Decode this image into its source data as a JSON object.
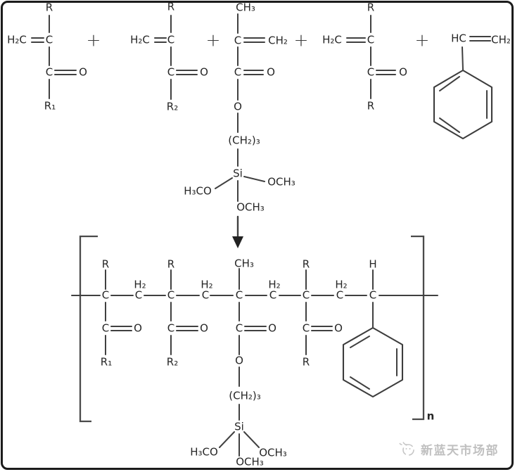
{
  "colors": {
    "bond": "#404040",
    "text": "#272727",
    "frame": "#1b1b1b",
    "watermark": "#c0c0c0"
  },
  "reaction": {
    "plus": "+",
    "arrow": "down-arrow",
    "monomers": [
      {
        "id": "acrylate-r1",
        "top": "R",
        "vinyl": "H₂C",
        "alpha_c": "C",
        "carbonyl_c": "C",
        "carbonyl_o": "O",
        "bottom": "R₁"
      },
      {
        "id": "acrylate-r2",
        "top": "R",
        "vinyl": "H₂C",
        "alpha_c": "C",
        "carbonyl_c": "C",
        "carbonyl_o": "O",
        "bottom": "R₂"
      },
      {
        "id": "methacryloxypropyl-trimethoxysilane",
        "top": "CH₃",
        "alpha_c": "C",
        "vinyl": "CH₂",
        "carbonyl_c": "C",
        "carbonyl_o": "O",
        "ester_o": "O",
        "propylene": "(CH₂)₃",
        "silicon": "Si",
        "methoxy_left": "H₃CO",
        "methoxy_right": "OCH₃",
        "methoxy_bottom": "OCH₃"
      },
      {
        "id": "acrylate-r",
        "top": "R",
        "vinyl": "H₂C",
        "alpha_c": "C",
        "carbonyl_c": "C",
        "carbonyl_o": "O",
        "bottom": "R"
      },
      {
        "id": "styrene",
        "vinyl_hc": "HC",
        "vinyl_ch2": "CH₂"
      }
    ],
    "polymer": {
      "units": [
        {
          "top": "R",
          "backbone_c": "C",
          "carbonyl_c": "C",
          "carbonyl_o": "O",
          "bottom": "R₁"
        },
        {
          "top": "R",
          "backbone_c": "C",
          "carbonyl_c": "C",
          "carbonyl_o": "O",
          "bottom": "R₂"
        },
        {
          "top": "CH₃",
          "backbone_c": "C",
          "carbonyl_c": "C",
          "carbonyl_o": "O",
          "ester_o": "O",
          "propylene": "(CH₂)₃",
          "silicon": "Si",
          "methoxy_left": "H₃CO",
          "methoxy_right": "OCH₃",
          "methoxy_bottom": "OCH₃"
        },
        {
          "top": "R",
          "backbone_c": "C",
          "carbonyl_c": "C",
          "carbonyl_o": "O",
          "bottom": "R"
        },
        {
          "top": "H",
          "backbone_c": "C"
        }
      ],
      "methylene": {
        "h2": "H₂",
        "c": "C"
      },
      "repeat_subscript": "n"
    }
  },
  "watermark": {
    "text": "新蓝天市场部"
  }
}
